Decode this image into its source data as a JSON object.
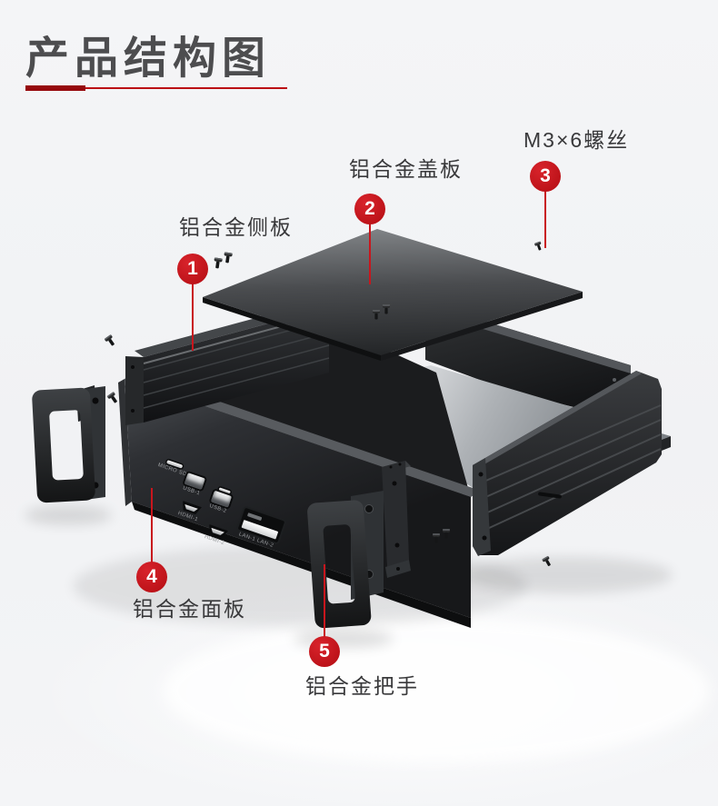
{
  "header": {
    "title": "产品结构图"
  },
  "callouts": [
    {
      "num": "1",
      "label": "铝合金侧板"
    },
    {
      "num": "2",
      "label": "铝合金盖板"
    },
    {
      "num": "3",
      "label": "M3×6螺丝"
    },
    {
      "num": "4",
      "label": "铝合金面板"
    },
    {
      "num": "5",
      "label": "铝合金把手"
    }
  ],
  "front_panel_ports": {
    "card_slot": "MICRO SD",
    "usb1": "USB-1",
    "hdmi1": "HDMI-1",
    "usb2": "USB-2",
    "hdmi2": "HDMI-2",
    "lan": "LAN-1 LAN-2"
  },
  "colors": {
    "accent_red": "#c8161d",
    "underline_dark_red": "#96090d",
    "underline_red": "#bb0e14",
    "title_gray": "#4d4d4f",
    "label_gray": "#39393b",
    "metal_dark": "#17181a"
  }
}
